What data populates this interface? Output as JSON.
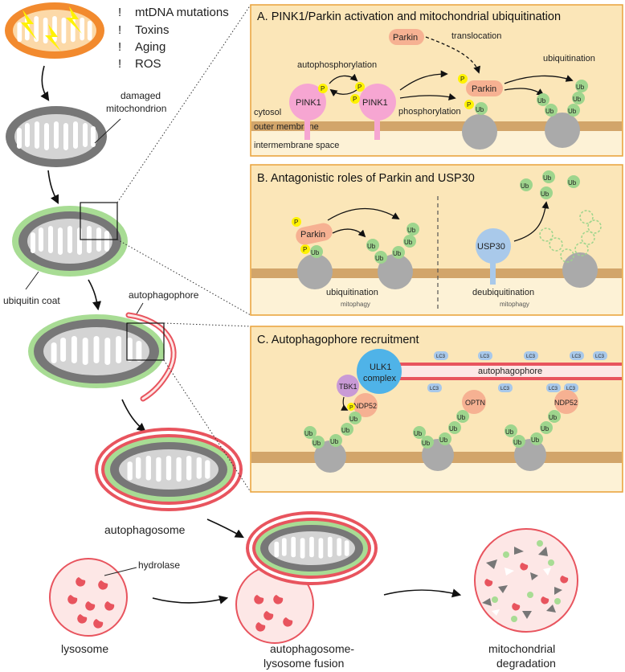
{
  "stressors": {
    "mark": "!",
    "items": [
      "mtDNA mutations",
      "Toxins",
      "Aging",
      "ROS"
    ]
  },
  "left_labels": {
    "damaged_line1": "damaged",
    "damaged_line2": "mitochondrion",
    "ubiquitin_coat": "ubiquitin coat",
    "autophagophore": "autophagophore",
    "autophagosome": "autophagosome",
    "hydrolase": "hydrolase"
  },
  "bottom_labels": {
    "lysosome": "lysosome",
    "fusion_line1": "autophagosome-",
    "fusion_line2": "lysosome fusion",
    "degradation_line1": "mitochondrial",
    "degradation_line2": "degradation"
  },
  "panel_a": {
    "title": "A. PINK1/Parkin activation and mitochondrial ubiquitination",
    "cytosol": "cytosol",
    "outer_membrane": "outer membrane",
    "intermembrane_space": "intermembrane space",
    "pink1": "PINK1",
    "parkin": "Parkin",
    "autophosphorylation": "autophosphorylation",
    "translocation": "translocation",
    "phosphorylation": "phosphorylation",
    "ubiquitination": "ubiquitination",
    "p": "P",
    "ub": "Ub"
  },
  "panel_b": {
    "title": "B. Antagonistic roles of Parkin and USP30",
    "parkin": "Parkin",
    "usp30": "USP30",
    "ubiquitination": "ubiquitination",
    "deubiquitination": "deubiquitination",
    "mitophagy": "mitophagy",
    "p": "P",
    "ub": "Ub"
  },
  "panel_c": {
    "title": "C. Autophagophore recruitment",
    "ulk1_line1": "ULK1",
    "ulk1_line2": "complex",
    "autophagophore": "autophagophore",
    "tbk1": "TBK1",
    "ndp52": "NDP52",
    "optn": "OPTN",
    "lc3": "LC3",
    "p": "P",
    "ub": "Ub"
  },
  "colors": {
    "panel_fill": "#fbe6b8",
    "panel_border": "#e9a23a",
    "membrane": "#d2a56a",
    "ubiquitin": "#9ed58d",
    "pink1": "#f6a6d2",
    "parkin": "#f6b192",
    "phosphate": "#fff200",
    "usp30": "#a9c9ea",
    "ulk1": "#4fb3e8",
    "tbk1": "#c99ad6",
    "lc3": "#a8c8ea",
    "mito_gray": "#777777",
    "mito_orange": "#f28a2e",
    "phagophore_red": "#e8545e",
    "lysosome_fill": "#fde7e6"
  }
}
